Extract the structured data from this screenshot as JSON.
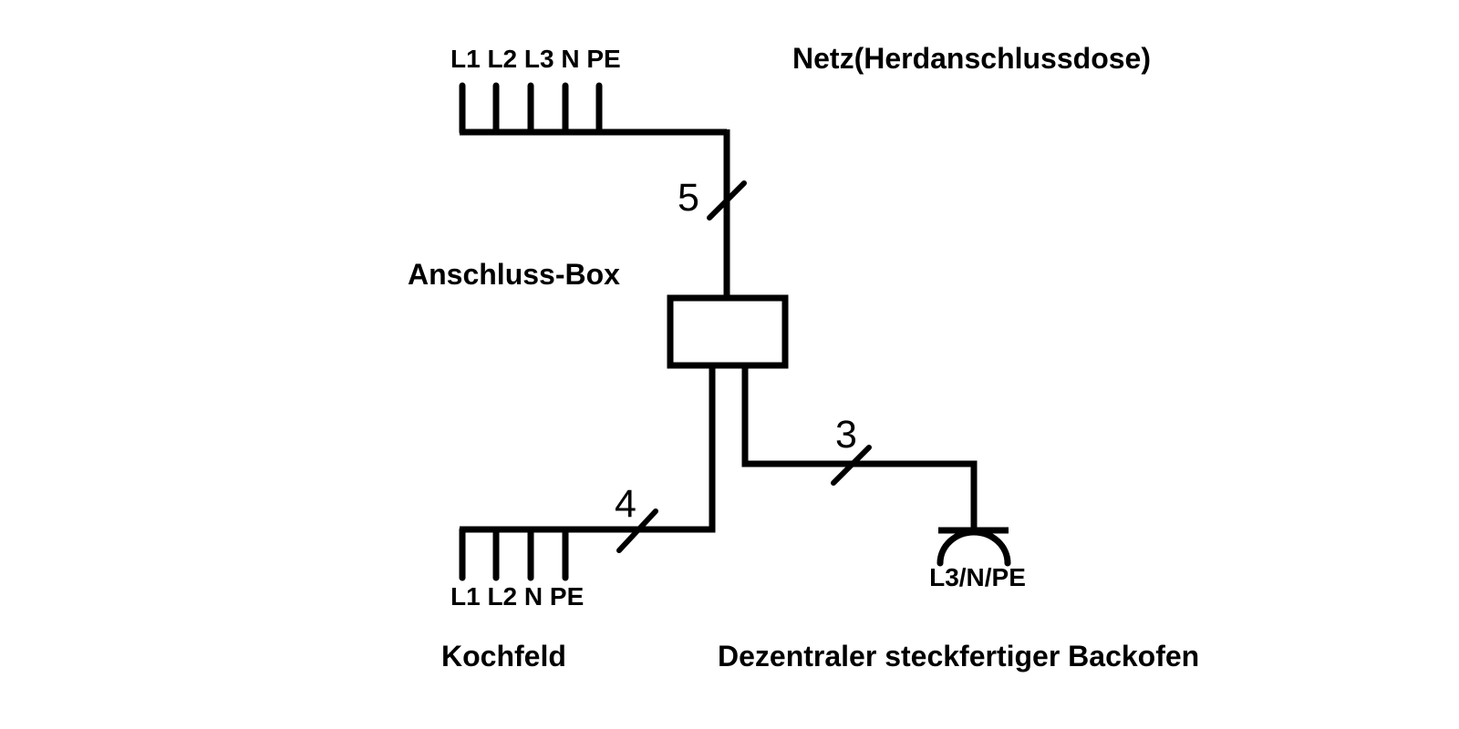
{
  "diagram": {
    "mains": {
      "pins_label": "L1 L2 L3 N PE",
      "title": "Netz(Herdanschlussdose)",
      "conductor_count": "5"
    },
    "junction_box": {
      "label": "Anschluss-Box"
    },
    "hob": {
      "conductor_count": "4",
      "pins_label": "L1 L2 N PE",
      "caption": "Kochfeld"
    },
    "oven": {
      "conductor_count": "3",
      "socket_pins_label": "L3/N/PE",
      "caption": "Dezentraler steckfertiger Backofen"
    },
    "colors": {
      "line": "#000000",
      "background": "#ffffff"
    }
  }
}
